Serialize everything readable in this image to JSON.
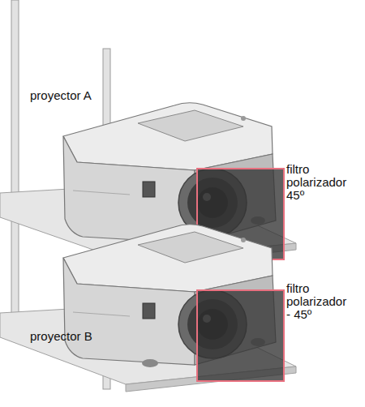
{
  "diagram": {
    "labels": [
      "proyector A",
      "filtro polarizador 45º",
      "filtro polarizador - 45º",
      "proyector B"
    ]
  }
}
